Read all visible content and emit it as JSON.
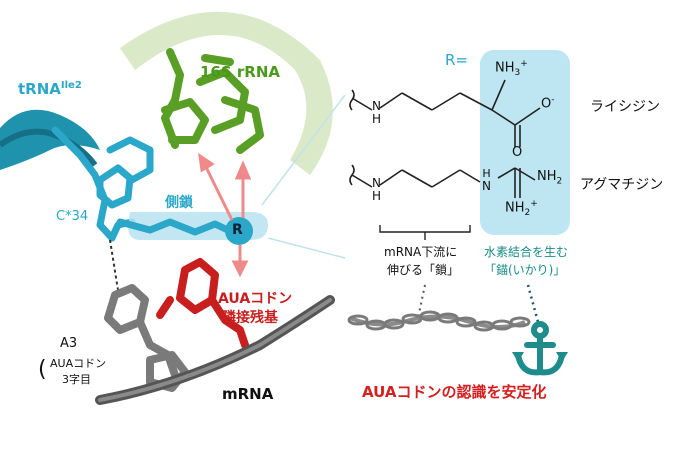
{
  "left": {
    "trna": "tRNA",
    "trna_sup": "Ile2",
    "rrna": "16S rRNA",
    "c34": "C*34",
    "side_chain": "側鎖",
    "r": "R",
    "aua_neighbor_1": "AUAコドン",
    "aua_neighbor_2": "隣接残基",
    "a3": "A3",
    "a3_sub_1": "AUAコドン",
    "a3_sub_2": "3字目",
    "mrna": "mRNA"
  },
  "right": {
    "r_equals": "R=",
    "lysidine": "ライシジン",
    "agmatidine": "アグマチジン",
    "nh3": "NH",
    "nh3_sub": "3",
    "nh3_sup": "+",
    "coo_o": "O",
    "coo_sup": "-",
    "carbonyl_o": "O",
    "nh_1": "N",
    "nh_1_h": "H",
    "nh_2": "N",
    "nh_2_h": "H",
    "guan_nh": "N",
    "guan_nh_h": "H",
    "nh2_top": "NH",
    "nh2_top_sub": "2",
    "nh2_bottom": "NH",
    "nh2_bottom_sub": "2",
    "nh2_bottom_sup": "+",
    "chain_label_1": "mRNA下流に",
    "chain_label_2": "伸びる「鎖」",
    "anchor_label_1": "水素結合を生む",
    "anchor_label_2": "「錨(いかり)」",
    "stabilize": "AUAコドンの認識を安定化"
  },
  "colors": {
    "trna": "#2aa7c9",
    "rrna_green": "#4a9a1a",
    "rrna_ring": "#cfe3b8",
    "red": "#d42020",
    "pink_arrow": "#f08a8a",
    "highlight": "#b7e3f0",
    "teal": "#1a8a8a",
    "anchor": "#1e8c8c",
    "gray": "#6a6a6a",
    "mrna": "#555555"
  }
}
